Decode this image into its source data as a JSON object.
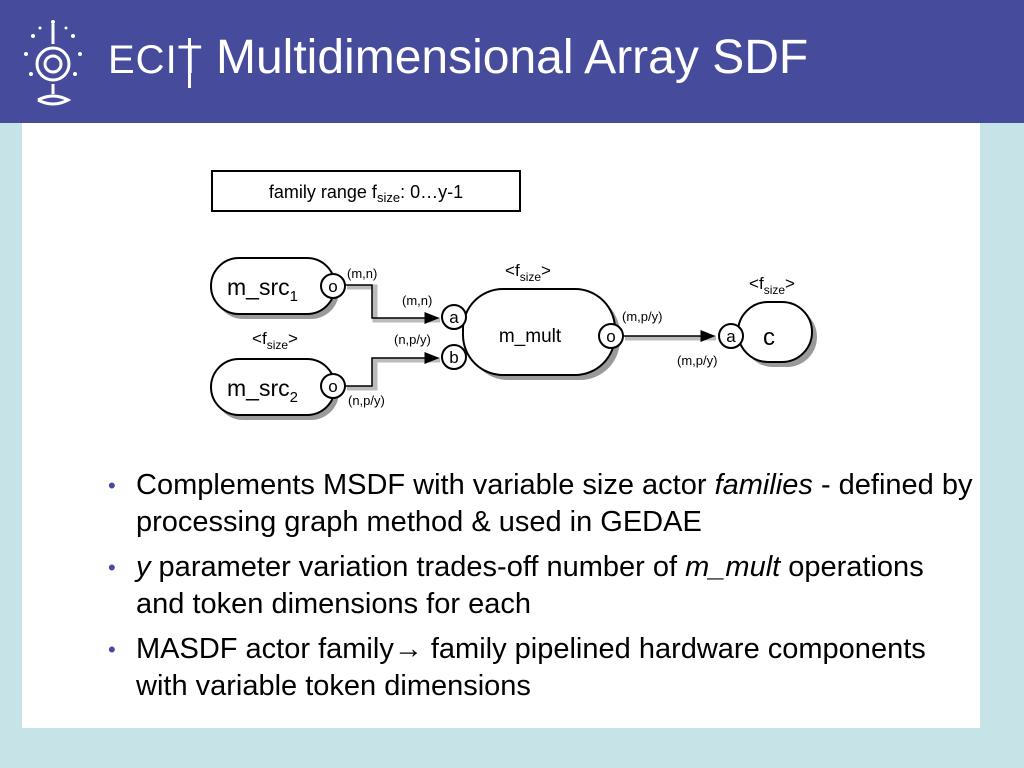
{
  "header": {
    "logo_text": "ECIT",
    "title": "Multidimensional Array SDF",
    "colors": {
      "header_bg": "#464b9c",
      "page_bg": "#c6e4e8"
    }
  },
  "diagram": {
    "range_box": {
      "label": "family range f",
      "sub": "size",
      "suffix": ": 0…y-1"
    },
    "src1": {
      "label": "m_src",
      "sub": "1",
      "port": "o",
      "rate": "(m,n)"
    },
    "src2": {
      "label": "m_src",
      "sub": "2",
      "port": "o",
      "rate": "(n,p/y)"
    },
    "src_family": {
      "open": "<f",
      "sub": "size",
      "close": ">"
    },
    "mult": {
      "label": "m_mult",
      "port_a": "a",
      "port_b": "b",
      "port_o": "o",
      "rate_a": "(m,n)",
      "rate_b": "(n,p/y)",
      "rate_o": "(m,p/y)",
      "family": {
        "open": "<f",
        "sub": "size",
        "close": ">"
      }
    },
    "sink": {
      "label": "c",
      "port": "a",
      "rate": "(m,p/y)",
      "family": {
        "open": "<f",
        "sub": "size",
        "close": ">"
      }
    }
  },
  "bullets": [
    {
      "parts": [
        {
          "t": "Complements MSDF with variable size actor ",
          "i": false
        },
        {
          "t": "families",
          "i": true
        },
        {
          "t": " - defined by processing graph method & used in GEDAE",
          "i": false
        }
      ]
    },
    {
      "parts": [
        {
          "t": "y",
          "i": true
        },
        {
          "t": " parameter variation trades-off number of ",
          "i": false
        },
        {
          "t": "m_mult",
          "i": true
        },
        {
          "t": " operations and token dimensions for each",
          "i": false
        }
      ]
    },
    {
      "parts": [
        {
          "t": "MASDF actor family→ family pipelined hardware components with variable token dimensions",
          "i": false
        }
      ]
    }
  ]
}
